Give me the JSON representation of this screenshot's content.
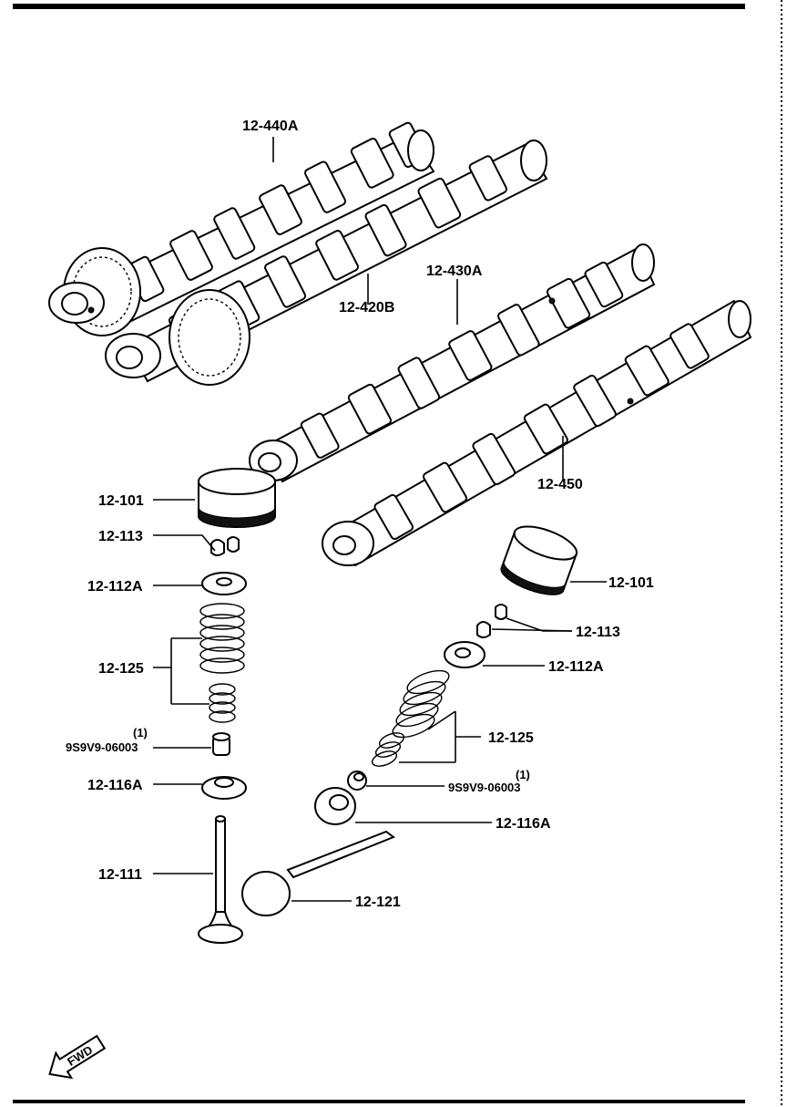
{
  "labels": {
    "exhaust_camshaft_front": "12-440A",
    "intake_camshaft_front": "12-420B",
    "camshaft_rear_upper": "12-430A",
    "camshaft_rear_lower": "12-450",
    "tappet_left": "12-101",
    "tappet_right": "12-101",
    "keeper_left": "12-113",
    "keeper_right": "12-113",
    "retainer_left": "12-112A",
    "retainer_right": "12-112A",
    "spring_left": "12-125",
    "spring_right": "12-125",
    "seal_qty_left": "(1)",
    "seal_part_left": "9S9V9-06003",
    "seal_qty_right": "(1)",
    "seal_part_right": "9S9V9-06003",
    "seat_left": "12-116A",
    "seat_right": "12-116A",
    "valve_intake": "12-111",
    "valve_exhaust": "12-121"
  },
  "direction_indicator": {
    "text": "FWD",
    "icon": "forward-arrow-icon"
  }
}
